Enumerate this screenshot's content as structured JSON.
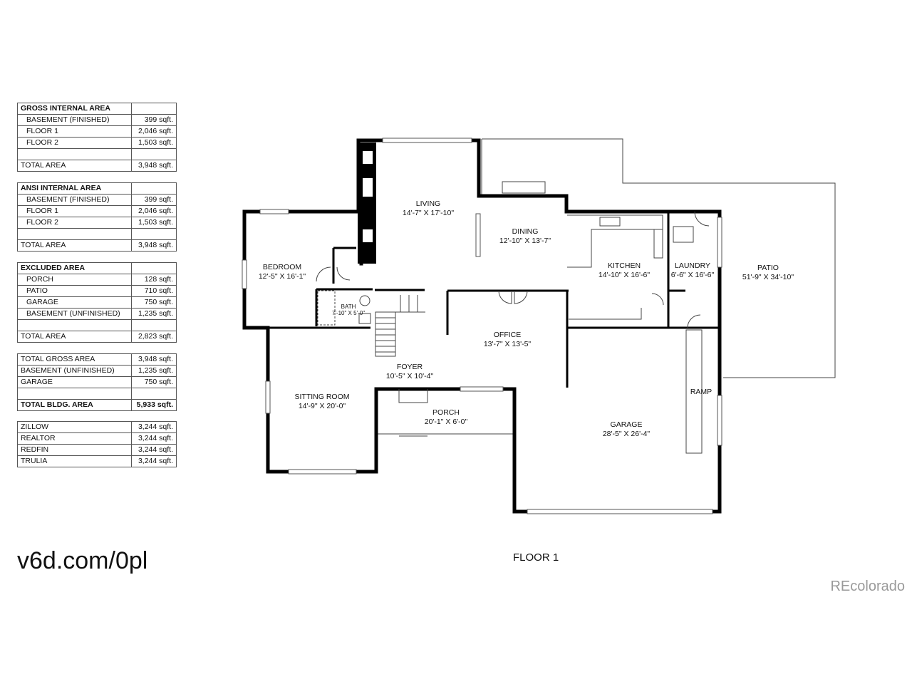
{
  "tables": [
    {
      "id": "gross",
      "title": "GROSS INTERNAL AREA",
      "rows": [
        {
          "label": "BASEMENT (FINISHED)",
          "value": "399 sqft."
        },
        {
          "label": "FLOOR 1",
          "value": "2,046 sqft."
        },
        {
          "label": "FLOOR 2",
          "value": "1,503 sqft."
        },
        {
          "label": "",
          "value": ""
        },
        {
          "label": "TOTAL AREA",
          "value": "3,948 sqft.",
          "total": true
        }
      ]
    },
    {
      "id": "ansi",
      "title": "ANSI INTERNAL AREA",
      "rows": [
        {
          "label": "BASEMENT (FINISHED)",
          "value": "399 sqft."
        },
        {
          "label": "FLOOR 1",
          "value": "2,046 sqft."
        },
        {
          "label": "FLOOR 2",
          "value": "1,503 sqft."
        },
        {
          "label": "",
          "value": ""
        },
        {
          "label": "TOTAL AREA",
          "value": "3,948 sqft.",
          "total": true
        }
      ]
    },
    {
      "id": "excluded",
      "title": "EXCLUDED AREA",
      "rows": [
        {
          "label": "PORCH",
          "value": "128 sqft."
        },
        {
          "label": "PATIO",
          "value": "710 sqft."
        },
        {
          "label": "GARAGE",
          "value": "750 sqft."
        },
        {
          "label": "BASEMENT (UNFINISHED)",
          "value": "1,235 sqft."
        },
        {
          "label": "",
          "value": ""
        },
        {
          "label": "TOTAL AREA",
          "value": "2,823 sqft.",
          "total": true
        }
      ]
    },
    {
      "id": "summary",
      "rows": [
        {
          "label": "TOTAL GROSS AREA",
          "value": "3,948 sqft."
        },
        {
          "label": "BASEMENT (UNFINISHED)",
          "value": "1,235 sqft."
        },
        {
          "label": "GARAGE",
          "value": "750 sqft."
        },
        {
          "label": "",
          "value": ""
        },
        {
          "label": "TOTAL BLDG. AREA",
          "value": "5,933 sqft.",
          "bold": true
        }
      ]
    },
    {
      "id": "listings",
      "rows": [
        {
          "label": "ZILLOW",
          "value": "3,244 sqft."
        },
        {
          "label": "REALTOR",
          "value": "3,244 sqft."
        },
        {
          "label": "REDFIN",
          "value": "3,244 sqft."
        },
        {
          "label": "TRULIA",
          "value": "3,244 sqft."
        }
      ]
    }
  ],
  "rooms": [
    {
      "key": "living",
      "name": "LIVING",
      "dims": "14'-7\" X 17'-10\""
    },
    {
      "key": "dining",
      "name": "DINING",
      "dims": "12'-10\" X 13'-7\""
    },
    {
      "key": "kitchen",
      "name": "KITCHEN",
      "dims": "14'-10\" X 16'-6\""
    },
    {
      "key": "laundry",
      "name": "LAUNDRY",
      "dims": "6'-6\" X 16'-6\""
    },
    {
      "key": "patio",
      "name": "PATIO",
      "dims": "51'-9\" X 34'-10\""
    },
    {
      "key": "bedroom",
      "name": "BEDROOM",
      "dims": "12'-5\" X 16'-1\""
    },
    {
      "key": "bath",
      "name": "BATH",
      "dims": "7'-10\" X 5'-0\""
    },
    {
      "key": "office",
      "name": "OFFICE",
      "dims": "13'-7\" X 13'-5\""
    },
    {
      "key": "foyer",
      "name": "FOYER",
      "dims": "10'-5\" X 10'-4\""
    },
    {
      "key": "sitting",
      "name": "SITTING ROOM",
      "dims": "14'-9\" X 20'-0\""
    },
    {
      "key": "porch",
      "name": "PORCH",
      "dims": "20'-1\" X 6'-0\""
    },
    {
      "key": "garage",
      "name": "GARAGE",
      "dims": "28'-5\" X 26'-4\""
    },
    {
      "key": "ramp",
      "name": "RAMP",
      "dims": ""
    }
  ],
  "footer": {
    "url": "v6d.com/0pl",
    "floor_label": "FLOOR 1",
    "brand": "REcolorado"
  }
}
